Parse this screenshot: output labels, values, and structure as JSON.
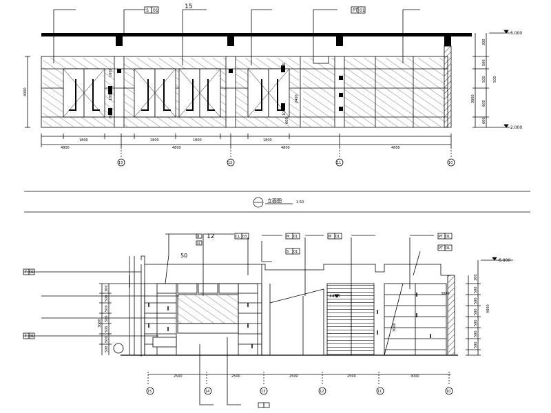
{
  "upper_elevation": {
    "top_labels": [
      "15",
      "S",
      "01",
      "PT",
      "01"
    ],
    "level_marks": [
      "6.000",
      "2.000"
    ],
    "height_dims": [
      "4000",
      "500",
      "500",
      "600",
      "3000",
      "600",
      "500",
      "300"
    ],
    "door_dims": [
      "1000",
      "1800",
      "800",
      "1000",
      "2400",
      "1000",
      "600"
    ],
    "bottom_dims": [
      "4800",
      "1800",
      "1800",
      "1800",
      "4800",
      "1800",
      "4800",
      "4800"
    ],
    "axis_labels": [
      "13",
      "12",
      "11",
      "10"
    ]
  },
  "section_title": {
    "text": "立面图",
    "scale": "1:50"
  },
  "lower_elevation": {
    "top_labels": [
      "12",
      "CL",
      "03",
      "50",
      "M",
      "01",
      "S",
      "01",
      "M",
      "01",
      "PT",
      "01",
      "PT",
      "01",
      "M",
      "01"
    ],
    "left_tags": [
      "T",
      "01",
      "T",
      "01"
    ],
    "level_marks": [
      "6.000"
    ],
    "left_dims": [
      "300",
      "500",
      "500",
      "500",
      "500",
      "500",
      "500",
      "3000"
    ],
    "right_dims": [
      "300",
      "500",
      "500",
      "500",
      "500",
      "500",
      "500",
      "4000"
    ],
    "stair_mark": "4400",
    "center_dims": [
      "3000",
      "3000"
    ],
    "bottom_dims": [
      "2500",
      "2500",
      "2500",
      "2500",
      "3000"
    ],
    "axis_labels": [
      "15",
      "14",
      "13",
      "12",
      "11",
      "10"
    ]
  },
  "colors": {
    "line": "#000000",
    "background": "#ffffff"
  }
}
